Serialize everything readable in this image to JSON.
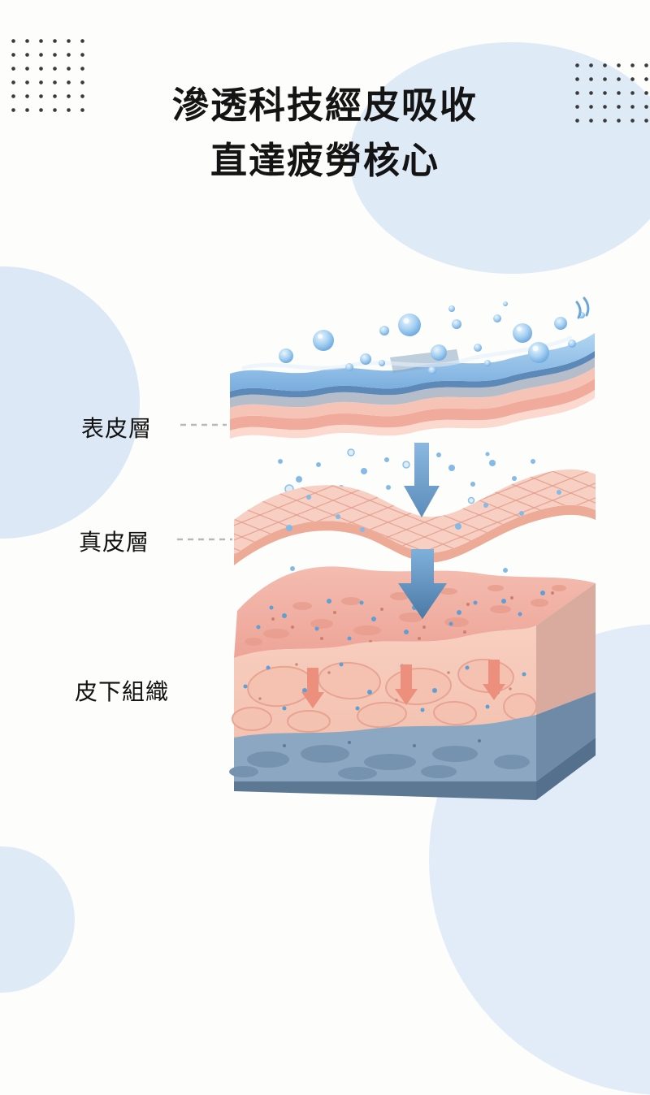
{
  "title": {
    "line1": "滲透科技經皮吸收",
    "line2": "直達疲勞核心"
  },
  "labels": {
    "epidermis": "表皮層",
    "dermis": "真皮層",
    "subcutaneous": "皮下組織"
  },
  "colors": {
    "droplet_blue": "#7cb4e4",
    "epidermis_blue": "#79adde",
    "layer_pink": "#f6c4b6",
    "layer_gray": "#b6bdca",
    "mesh_pink": "#f7d0c3",
    "arrow_blue": "#5c8cba",
    "block_top_pink": "#f4bcb0",
    "hypodermis_blue": "#8ca7c1",
    "background_circle": "#dfeaf7",
    "dot_grid": "#3a3a3a",
    "text": "#141414"
  }
}
